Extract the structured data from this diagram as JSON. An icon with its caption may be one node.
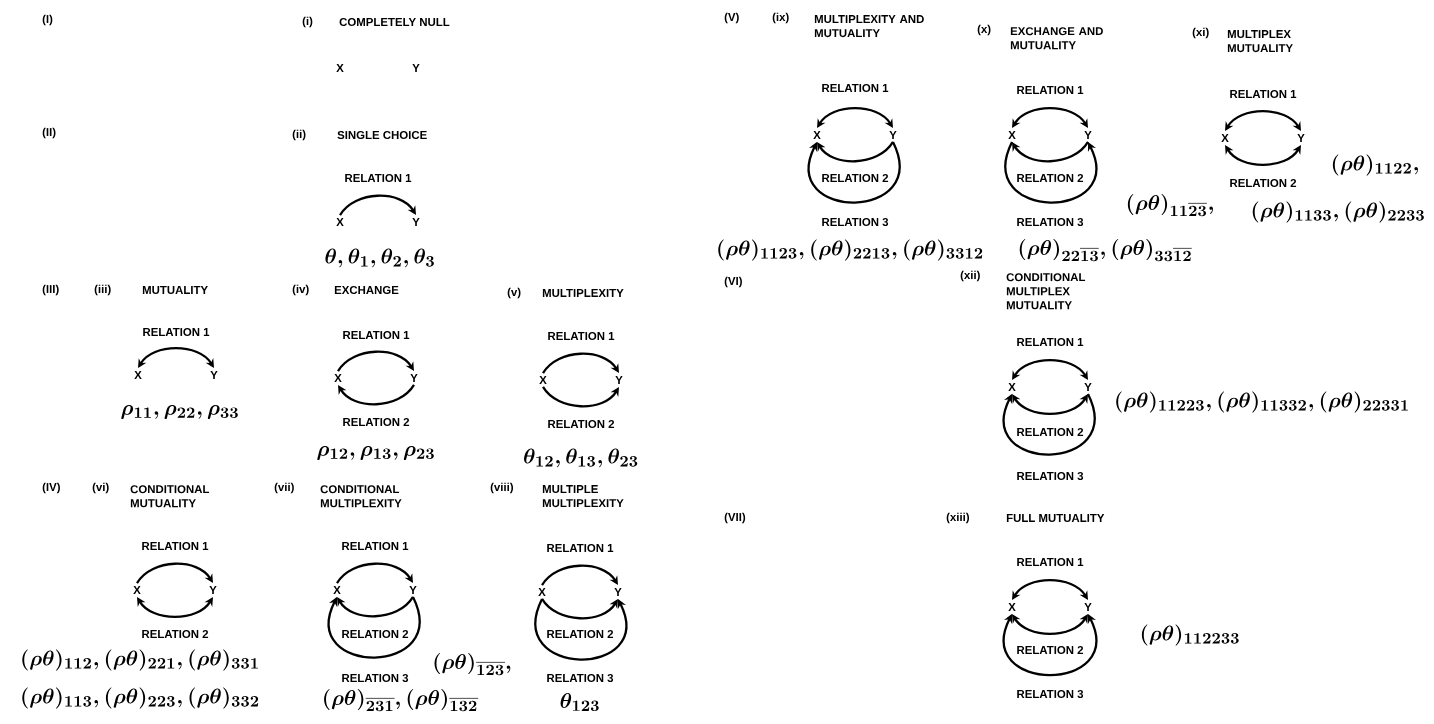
{
  "diagram": {
    "nodes": [
      {
        "text": [
          "X"
        ]
      },
      {
        "text": [
          "Y"
        ]
      },
      {
        "text": [
          "X"
        ]
      },
      {
        "text": [
          "Y"
        ]
      },
      {
        "text": [
          "X"
        ]
      },
      {
        "text": [
          "Y"
        ]
      },
      {
        "text": [
          "X"
        ]
      },
      {
        "text": [
          "Y"
        ]
      },
      {
        "text": [
          "X"
        ]
      },
      {
        "text": [
          "Y"
        ]
      },
      {
        "text": [
          "X"
        ]
      },
      {
        "text": [
          "Y"
        ]
      },
      {
        "text": [
          "X"
        ]
      },
      {
        "text": [
          "Y"
        ]
      },
      {
        "text": [
          "X"
        ]
      },
      {
        "text": [
          "Y"
        ]
      },
      {
        "text": [
          "X"
        ]
      },
      {
        "text": [
          "Y"
        ]
      },
      {
        "text": [
          "X"
        ]
      },
      {
        "text": [
          "Y"
        ]
      },
      {
        "text": [
          "X"
        ]
      },
      {
        "text": [
          "Y"
        ]
      },
      {
        "text": [
          "X"
        ]
      },
      {
        "text": [
          "Y"
        ]
      },
      {
        "text": [
          "X"
        ]
      },
      {
        "text": [
          "Y"
        ]
      }
    ],
    "edges": [
      {
        "from": 2,
        "to": 3,
        "arrow": "to"
      },
      {
        "from": 4,
        "to": 5,
        "arrow": "both"
      },
      {
        "from": 6,
        "to": 7,
        "arrow": "to"
      },
      {
        "from": 7,
        "to": 6,
        "arrow": "to"
      },
      {
        "from": 8,
        "to": 9,
        "arrow": "to"
      },
      {
        "from": 8,
        "to": 9,
        "arrow": "to"
      },
      {
        "from": 10,
        "to": 11,
        "arrow": "to"
      },
      {
        "from": 10,
        "to": 11,
        "arrow": "both"
      },
      {
        "from": 12,
        "to": 13,
        "arrow": "to"
      },
      {
        "from": 13,
        "to": 12,
        "arrow": "to"
      },
      {
        "from": 13,
        "to": 12,
        "arrow": "to"
      },
      {
        "from": 14,
        "to": 15,
        "arrow": "to"
      },
      {
        "from": 14,
        "to": 15,
        "arrow": "to"
      },
      {
        "from": 14,
        "to": 15,
        "arrow": "to"
      },
      {
        "from": 16,
        "to": 17,
        "arrow": "both"
      },
      {
        "from": 17,
        "to": 16,
        "arrow": "to"
      },
      {
        "from": 17,
        "to": 16,
        "arrow": "to"
      },
      {
        "from": 18,
        "to": 19,
        "arrow": "both"
      },
      {
        "from": 19,
        "to": 18,
        "arrow": "to"
      },
      {
        "from": 18,
        "to": 19,
        "arrow": "to"
      },
      {
        "from": 20,
        "to": 21,
        "arrow": "both"
      },
      {
        "from": 20,
        "to": 21,
        "arrow": "both"
      },
      {
        "from": 22,
        "to": 23,
        "arrow": "both"
      },
      {
        "from": 22,
        "to": 23,
        "arrow": "both"
      },
      {
        "from": 23,
        "to": 22,
        "arrow": "to"
      },
      {
        "from": 24,
        "to": 25,
        "arrow": "both"
      },
      {
        "from": 24,
        "to": 25,
        "arrow": "both"
      },
      {
        "from": 24,
        "to": 25,
        "arrow": "both"
      }
    ],
    "labels": [
      "(I)",
      "(i)",
      "COMPLETELY NULL",
      "(II)",
      "(ii)",
      "SINGLE CHOICE",
      "RELATION 1",
      "\\theta,\\theta_1,\\theta_2,\\theta_3",
      "(III)",
      "(iii)",
      "MUTUALITY",
      "(iv)",
      "EXCHANGE",
      "(v)",
      "MULTIPLEXITY",
      "RELATION 1",
      "RELATION 1",
      "RELATION 1",
      "\\rho_{11},\\rho_{22},\\rho_{33}",
      "RELATION 2",
      "RELATION 2",
      "\\rho_{12},\\rho_{13},\\rho_{23}",
      "\\theta_{12},\\theta_{13},\\theta_{23}",
      "(IV)",
      "(vi)",
      "CONDITIONAL MUTUALITY",
      "(vii)",
      "CONDITIONAL MULTIPLEXITY",
      "(viii)",
      "MULTIPLE MULTIPLEXITY",
      "RELATION 1",
      "RELATION 1",
      "RELATION 1",
      "RELATION 2",
      "RELATION 2",
      "RELATION 2",
      "(\\rho\\theta)_{112},(\\rho\\theta)_{221},(\\rho\\theta)_{331}",
      "(\\rho\\theta)_{\\overline{123}},",
      "RELATION 3",
      "RELATION 3",
      "(\\rho\\theta)_{113},(\\rho\\theta)_{223},(\\rho\\theta)_{332}",
      "(\\rho\\theta)_{\\overline{231}},(\\rho\\theta)_{\\overline{132}}",
      "\\theta_{123}",
      "(V)",
      "(ix)",
      "MULTIPLEXITY AND MUTUALITY",
      "(x)",
      "EXCHANGE AND MUTUALITY",
      "(xi)",
      "MULTIPLEX MUTUALITY",
      "RELATION 1",
      "RELATION 1",
      "RELATION 1",
      "(\\rho\\theta)_{1122},",
      "RELATION 2",
      "RELATION 2",
      "RELATION 2",
      "(\\rho\\theta)_{11\\overline{23}},",
      "(\\rho\\theta)_{1133},(\\rho\\theta)_{2233}",
      "RELATION 3",
      "RELATION 3",
      "(\\rho\\theta)_{1123},(\\rho\\theta)_{2213},(\\rho\\theta)_{3312}",
      "(\\rho\\theta)_{22\\overline{13}},(\\rho\\theta)_{33\\overline{12}}",
      "(VI)",
      "(xii)",
      "CONDITIONAL MULTIPLEX MUTUALITY",
      "RELATION 1",
      "(\\rho\\theta)_{11223},(\\rho\\theta)_{11332},(\\rho\\theta)_{22331}",
      "RELATION 2",
      "RELATION 3",
      "(VII)",
      "(xiii)",
      "FULL MUTUALITY",
      "RELATION 1",
      "(\\rho\\theta)_{112233}",
      "RELATION 2",
      "RELATION 3"
    ]
  }
}
